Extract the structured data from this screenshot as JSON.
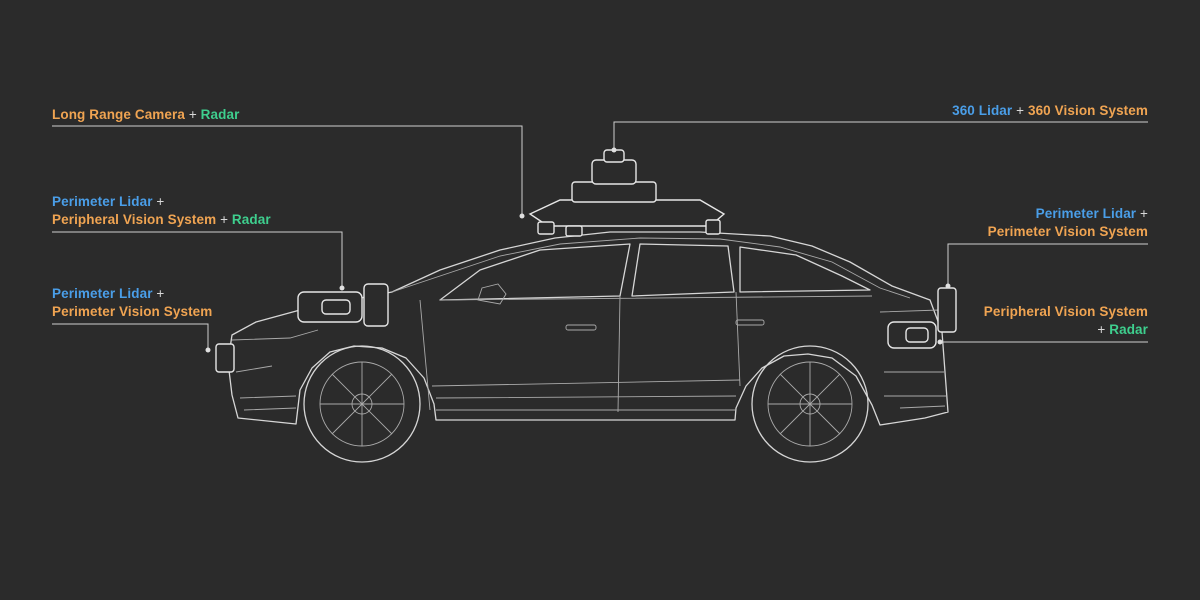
{
  "colors": {
    "background": "#2b2b2b",
    "lidar": "#4a9ee8",
    "vision": "#f0a452",
    "radar": "#3ecf8e",
    "outline": "#d6d6d6"
  },
  "callouts": [
    {
      "id": "front-roof",
      "lines": [
        [
          {
            "text": "Long Range Camera",
            "color": "orange"
          },
          {
            "text": " + ",
            "color": "plus"
          },
          {
            "text": "Radar",
            "color": "green"
          }
        ]
      ]
    },
    {
      "id": "front-fender",
      "lines": [
        [
          {
            "text": "Perimeter Lidar",
            "color": "blue"
          },
          {
            "text": " +",
            "color": "plus"
          }
        ],
        [
          {
            "text": "Peripheral Vision System",
            "color": "orange"
          },
          {
            "text": " + ",
            "color": "plus"
          },
          {
            "text": "Radar",
            "color": "green"
          }
        ]
      ]
    },
    {
      "id": "front-bumper",
      "lines": [
        [
          {
            "text": "Perimeter Lidar",
            "color": "blue"
          },
          {
            "text": " +",
            "color": "plus"
          }
        ],
        [
          {
            "text": "Perimeter Vision System",
            "color": "orange"
          }
        ]
      ]
    },
    {
      "id": "roof-dome",
      "lines": [
        [
          {
            "text": "360 Lidar",
            "color": "blue"
          },
          {
            "text": " + ",
            "color": "plus"
          },
          {
            "text": "360 Vision System",
            "color": "orange"
          }
        ]
      ]
    },
    {
      "id": "rear-upper",
      "lines": [
        [
          {
            "text": "Perimeter Lidar",
            "color": "blue"
          },
          {
            "text": " +",
            "color": "plus"
          }
        ],
        [
          {
            "text": "Perimeter Vision System",
            "color": "orange"
          }
        ]
      ]
    },
    {
      "id": "rear-quarter",
      "lines": [
        [
          {
            "text": "Peripheral Vision System",
            "color": "orange"
          }
        ],
        [
          {
            "text": "+ ",
            "color": "plus"
          },
          {
            "text": "Radar",
            "color": "green"
          }
        ]
      ]
    }
  ]
}
